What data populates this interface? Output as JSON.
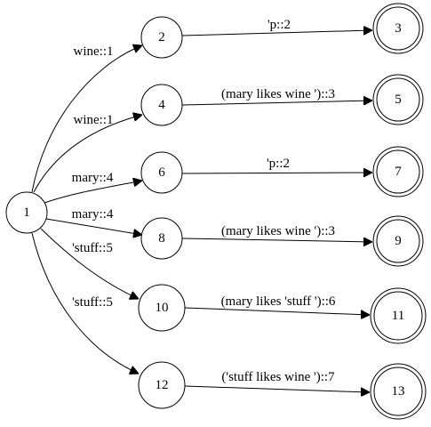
{
  "nodes": [
    {
      "id": "1",
      "label": "1",
      "final": false
    },
    {
      "id": "2",
      "label": "2",
      "final": false
    },
    {
      "id": "3",
      "label": "3",
      "final": true
    },
    {
      "id": "4",
      "label": "4",
      "final": false
    },
    {
      "id": "5",
      "label": "5",
      "final": true
    },
    {
      "id": "6",
      "label": "6",
      "final": false
    },
    {
      "id": "7",
      "label": "7",
      "final": true
    },
    {
      "id": "8",
      "label": "8",
      "final": false
    },
    {
      "id": "9",
      "label": "9",
      "final": true
    },
    {
      "id": "10",
      "label": "10",
      "final": false
    },
    {
      "id": "11",
      "label": "11",
      "final": true
    },
    {
      "id": "12",
      "label": "12",
      "final": false
    },
    {
      "id": "13",
      "label": "13",
      "final": true
    }
  ],
  "edges": [
    {
      "from": "1",
      "to": "2",
      "label": "wine::1"
    },
    {
      "from": "1",
      "to": "4",
      "label": "wine::1"
    },
    {
      "from": "1",
      "to": "6",
      "label": "mary::4"
    },
    {
      "from": "1",
      "to": "8",
      "label": "mary::4"
    },
    {
      "from": "1",
      "to": "10",
      "label": "'stuff::5"
    },
    {
      "from": "1",
      "to": "12",
      "label": "'stuff::5"
    },
    {
      "from": "2",
      "to": "3",
      "label": "'p::2"
    },
    {
      "from": "4",
      "to": "5",
      "label": "(mary likes wine ')::3"
    },
    {
      "from": "6",
      "to": "7",
      "label": "'p::2"
    },
    {
      "from": "8",
      "to": "9",
      "label": "(mary likes wine ')::3"
    },
    {
      "from": "10",
      "to": "11",
      "label": "(mary likes 'stuff ')::6"
    },
    {
      "from": "12",
      "to": "13",
      "label": "('stuff likes wine ')::7"
    }
  ]
}
